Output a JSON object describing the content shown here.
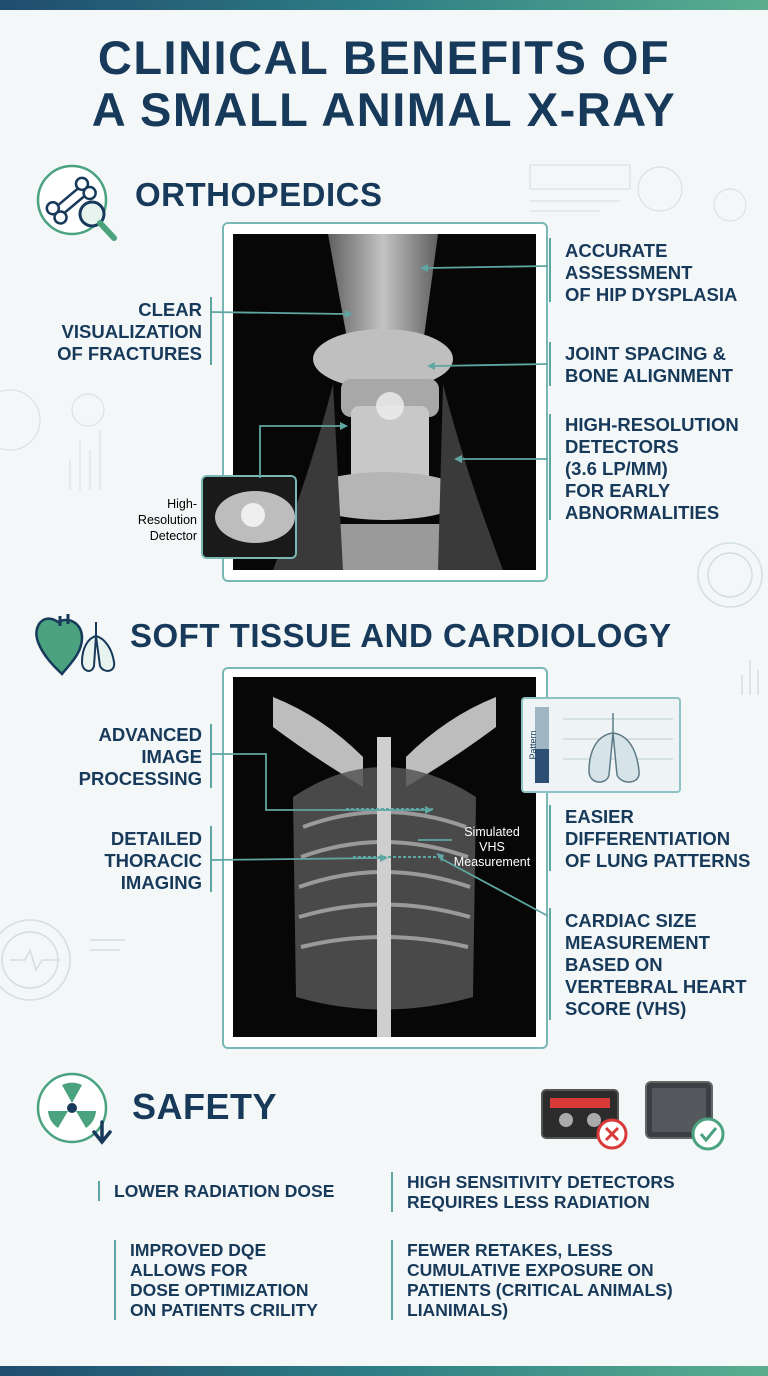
{
  "title_line1": "CLINICAL BENEFITS OF",
  "title_line2": "A SMALL ANIMAL X-RAY",
  "orthopedics": {
    "title": "ORTHOPEDICS",
    "callout_fractures": "CLEAR\nVISUALIZATION\nOF FRACTURES",
    "callout_hip": "ACCURATE\nASSESSMENT\nOF HIP DYSPLASIA",
    "callout_joint": "JOINT SPACING &\nBONE ALIGNMENT",
    "callout_detectors": "HIGH-RESOLUTION\nDETECTORS\n(3.6 LP/MM)\nFOR EARLY\nABNORMALITIES",
    "inset_label": "High-\nResolution\nDetector"
  },
  "soft_tissue": {
    "title": "SOFT TISSUE AND CARDIOLOGY",
    "callout_processing": "ADVANCED\nIMAGE\nPROCESSING",
    "callout_thoracic": "DETAILED\nTHORACIC\nIMAGING",
    "callout_lung": "EASIER\nDIFFERENTIATION\nOF LUNG PATTERNS",
    "callout_cardiac": "CARDIAC SIZE\nMEASUREMENT\nBASED ON\nVERTEBRAL HEART\nSCORE (VHS)",
    "vhs_label": "Simulated\nVHS\nMeasurement",
    "lung_card_label": "Pattern"
  },
  "safety": {
    "title": "SAFETY",
    "item_dose": "LOWER RADIATION DOSE",
    "item_sensitivity": "HIGH SENSITIVITY DETECTORS\nREQUIRES LESS RADIATION",
    "item_dqe": "IMPROVED DQE\nALLOWS FOR\nDOSE OPTIMIZATION\nON PATIENTS CRILITY",
    "item_retakes": "FEWER RETAKES, LESS\nCUMULATIVE EXPOSURE ON\nPATIENTS  (CRITICAL ANIMALS)\nLIANIMALS)"
  },
  "colors": {
    "navy": "#17395a",
    "teal": "#5fa6a3",
    "green": "#4aa37e",
    "red": "#d83a3a"
  }
}
